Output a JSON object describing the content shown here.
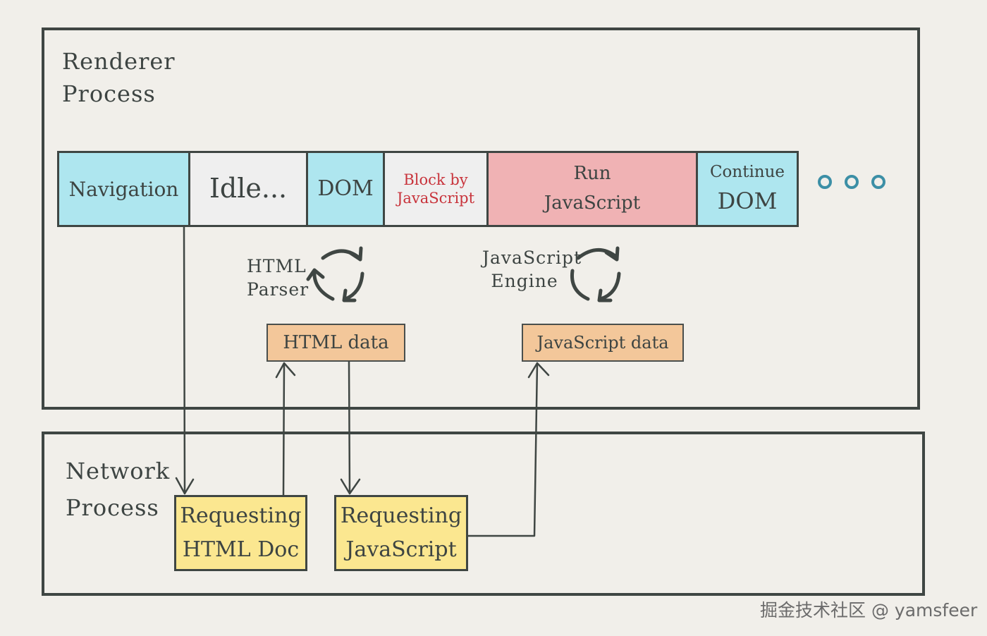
{
  "renderer_process": {
    "title_line1": "Renderer",
    "title_line2": "Process"
  },
  "network_process": {
    "title_line1": "Network",
    "title_line2": "Process"
  },
  "timeline": {
    "segments": [
      {
        "line1": "Navigation",
        "line2": "",
        "color": "#aee6ef"
      },
      {
        "line1": "Idle...",
        "line2": "",
        "color": "#efefef"
      },
      {
        "line1": "DOM",
        "line2": "",
        "color": "#aee6ef"
      },
      {
        "line1": "Block by",
        "line2": "JavaScript",
        "color": "#efefef",
        "text_color": "#c8333b"
      },
      {
        "line1": "Run",
        "line2": "JavaScript",
        "color": "#f0b2b4"
      },
      {
        "line1": "Continue",
        "line2": "DOM",
        "color": "#aee6ef"
      }
    ],
    "more_icon": "ellipsis-dots"
  },
  "html_parser": {
    "line1": "HTML",
    "line2": "Parser",
    "icon": "cycle-arrows-icon"
  },
  "js_engine": {
    "line1": "JavaScript",
    "line2": "Engine",
    "icon": "cycle-arrows-icon"
  },
  "html_data": {
    "label": "HTML data",
    "color": "#f3c79a"
  },
  "js_data": {
    "label": "JavaScript data",
    "color": "#f3c79a"
  },
  "request_html": {
    "line1": "Requesting",
    "line2": "HTML Doc",
    "color": "#fbe790"
  },
  "request_js": {
    "line1": "Requesting",
    "line2": "JavaScript",
    "color": "#fbe790"
  },
  "watermark": "掘金技术社区 @ yamsfeer"
}
